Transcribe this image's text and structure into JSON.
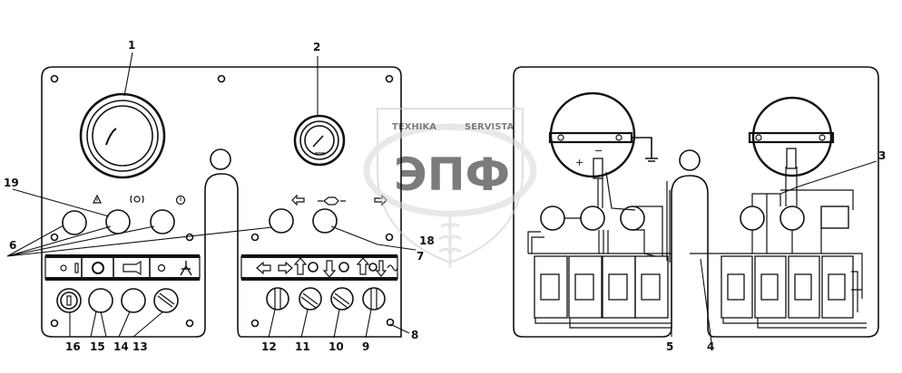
{
  "callouts": {
    "n1": "1",
    "n2": "2",
    "n3": "3",
    "n4": "4",
    "n5": "5",
    "n6": "6",
    "n7": "7",
    "n8": "8",
    "n9": "9",
    "n10": "10",
    "n11": "11",
    "n12": "12",
    "n13": "13",
    "n14": "14",
    "n15": "15",
    "n16": "16",
    "n18": "18",
    "n19": "19"
  },
  "terminals": {
    "plus": "+",
    "minus": "−"
  },
  "watermark": {
    "brand_left": "TEXHIKA",
    "brand_right": "SERVISTA",
    "logo": "ЭПФ"
  },
  "icons": {
    "warning": "warning-triangle-icon",
    "left_turn": "arrow-left-icon",
    "right_turn": "arrow-right-icon",
    "horn": "horn-icon",
    "hazard": "hazard-icon"
  },
  "colors": {
    "line": "#111111",
    "paper": "#ffffff",
    "watermark": "#cfcfcf"
  }
}
